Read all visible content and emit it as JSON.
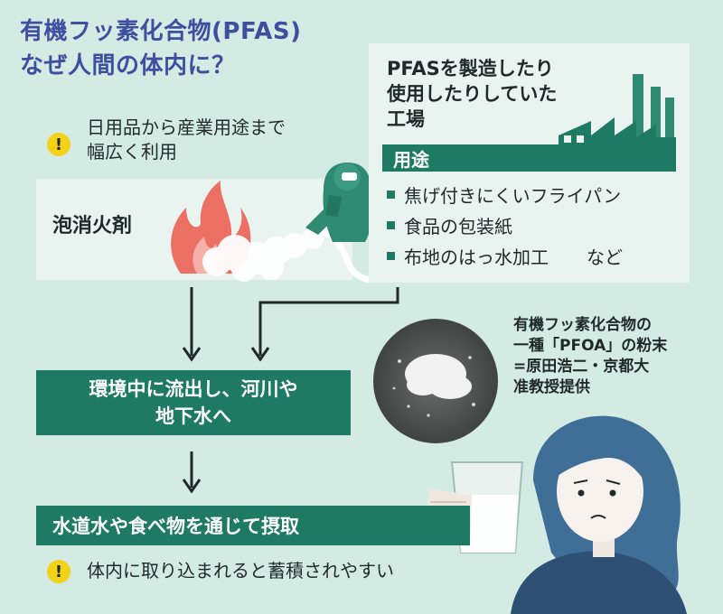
{
  "title": {
    "line1": "有機フッ素化合物(PFAS)",
    "line2": "なぜ人間の体内に？"
  },
  "note_top": {
    "icon": "exclamation-icon",
    "line1": "日用品から産業用途まで",
    "line2": "幅広く利用"
  },
  "foam": {
    "label": "泡消火剤"
  },
  "factory": {
    "heading_line1": "PFASを製造したり",
    "heading_line2": "使用したりしていた",
    "heading_line3": "工場",
    "uses_label": "用途",
    "uses": [
      "焦げ付きにくいフライパン",
      "食品の包装紙",
      "布地のはっ水加工"
    ],
    "uses_suffix": "など"
  },
  "powder_caption": {
    "line1": "有機フッ素化合物の",
    "line2": "一種「PFOA」の粉末",
    "line3": "=原田浩二・京都大",
    "line4": "准教授提供"
  },
  "flow": {
    "env_line1": "環境中に流出し、河川や",
    "env_line2": "地下水へ",
    "intake": "水道水や食べ物を通じて摂取"
  },
  "note_bottom": {
    "icon": "exclamation-icon",
    "text": "体内に取り込まれると蓄積されやすい"
  },
  "colors": {
    "accent_green": "#1e7a63",
    "background": "#d4ebe4",
    "title_blue": "#3f4fa0",
    "warning_yellow": "#f5d21a"
  }
}
